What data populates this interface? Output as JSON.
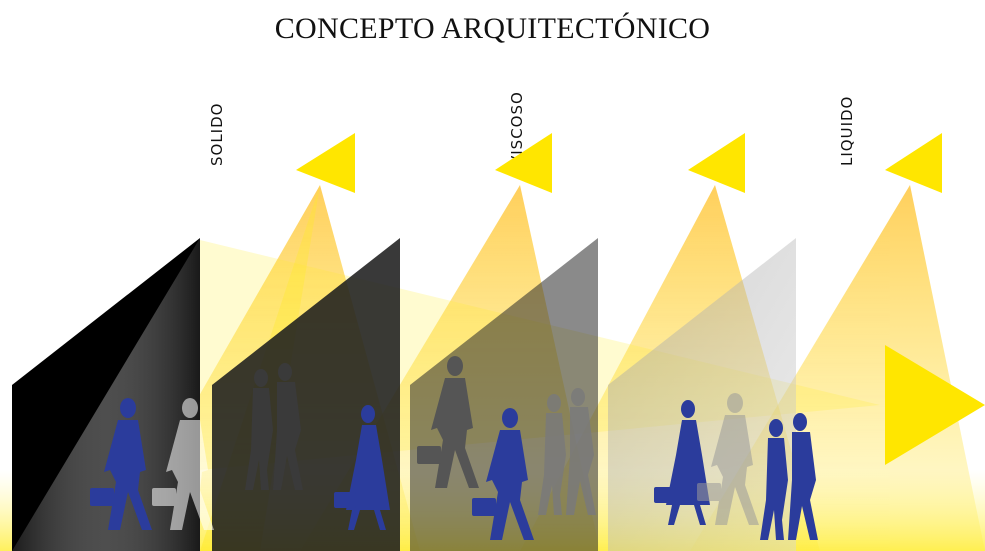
{
  "title": "CONCEPTO ARQUITECTÓNICO",
  "labels": {
    "solido": "SOLIDO",
    "viscoso": "VISCOSO",
    "liquido": "LIQUIDO"
  },
  "colors": {
    "accent_yellow": "#FFE600",
    "figure_blue": "#2B3C9C",
    "dark_panel": "#2f2f2f",
    "black_panel": "#000000"
  },
  "icons": [
    "triangle-marker",
    "person-silhouette",
    "briefcase"
  ]
}
